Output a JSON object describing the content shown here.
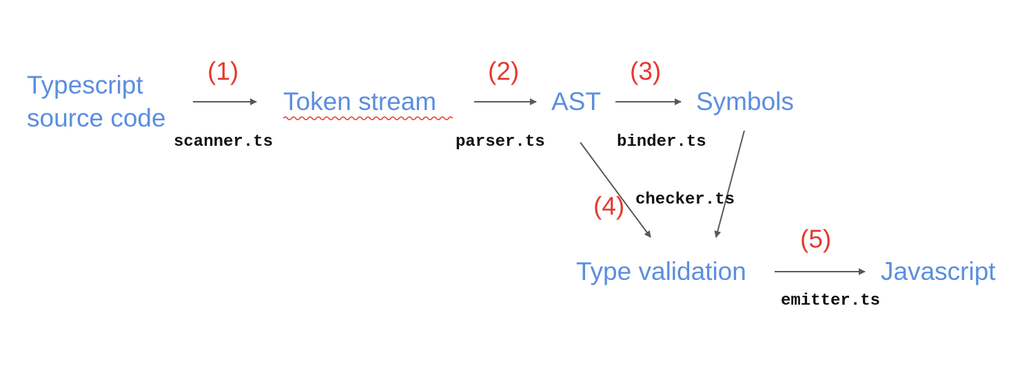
{
  "colors": {
    "node_text": "#5b8ee0",
    "step_text": "#e53a2e",
    "file_text": "#111111",
    "arrow": "#595959",
    "spellcheck_underline": "#e53a2e"
  },
  "nodes": {
    "typescript_source": {
      "line1": "Typescript",
      "line2": "source code"
    },
    "token_stream": "Token stream",
    "ast": "AST",
    "symbols": "Symbols",
    "type_validation": "Type validation",
    "javascript": "Javascript"
  },
  "steps": {
    "step1": "(1)",
    "step2": "(2)",
    "step3": "(3)",
    "step4": "(4)",
    "step5": "(5)"
  },
  "files": {
    "scanner": "scanner.ts",
    "parser": "parser.ts",
    "binder": "binder.ts",
    "checker": "checker.ts",
    "emitter": "emitter.ts"
  }
}
